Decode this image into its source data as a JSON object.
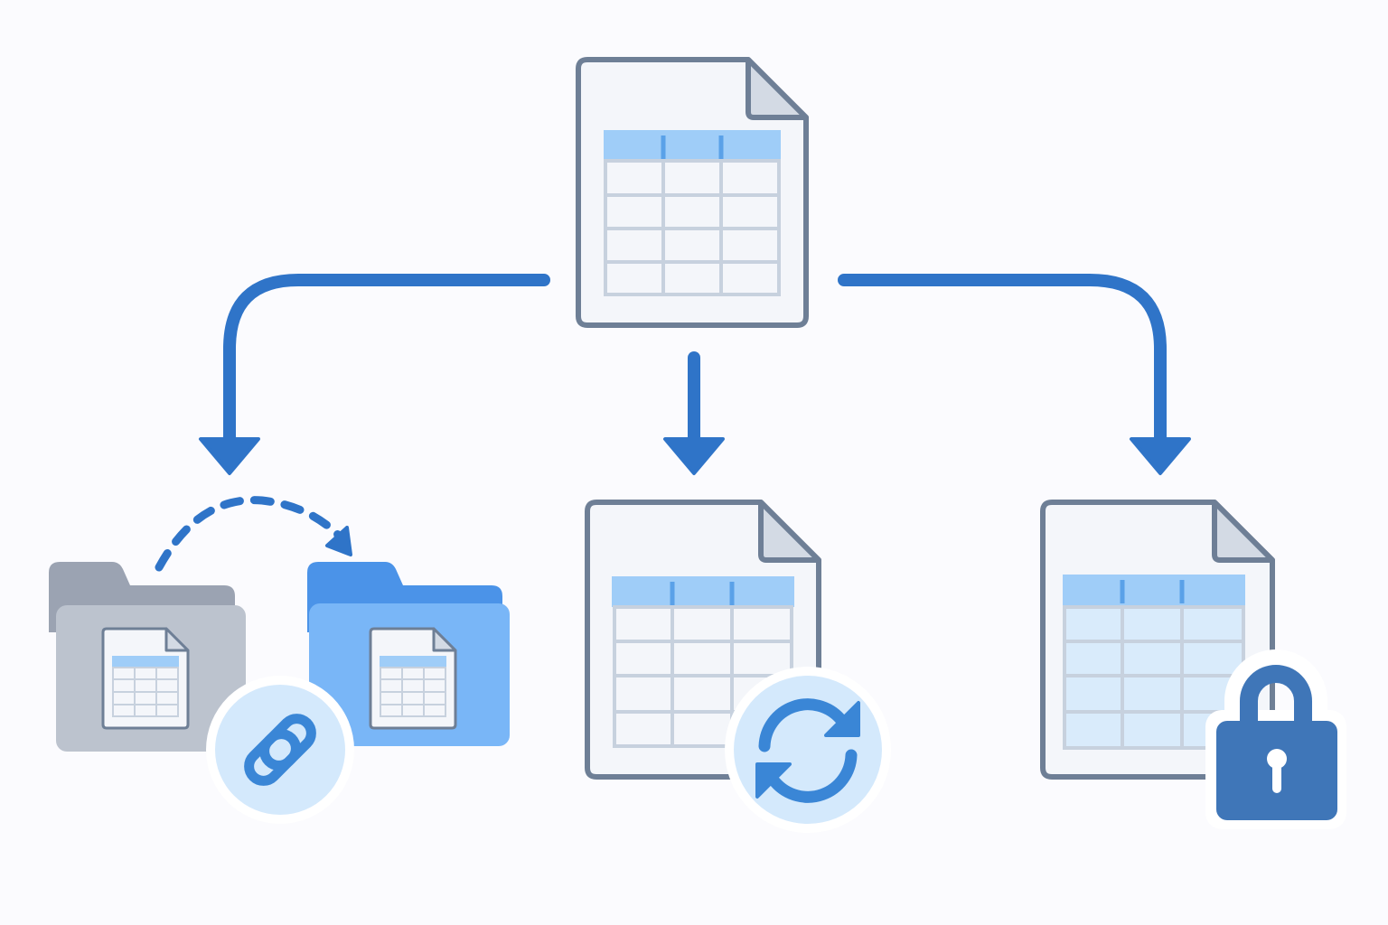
{
  "diagram": {
    "source": {
      "icon": "spreadsheet-file-icon"
    },
    "flows": [
      {
        "id": "left",
        "style": "solid",
        "target": "linked-copy"
      },
      {
        "id": "center",
        "style": "solid",
        "target": "synced-file"
      },
      {
        "id": "right",
        "style": "solid",
        "target": "locked-file"
      }
    ],
    "branches": [
      {
        "id": "linked-copy",
        "icons": [
          "gray-folder-icon",
          "blue-folder-icon",
          "spreadsheet-file-icon",
          "link-icon",
          "dashed-curved-arrow-icon"
        ]
      },
      {
        "id": "synced-file",
        "icons": [
          "spreadsheet-file-icon",
          "sync-icon"
        ]
      },
      {
        "id": "locked-file",
        "icons": [
          "spreadsheet-file-icon",
          "lock-icon"
        ]
      }
    ]
  },
  "colors": {
    "background": "#fbfbfe",
    "arrow": "#2f74c8",
    "file_outline": "#6e7f96",
    "file_fill": "#f4f6fa",
    "file_fold": "#d3dae4",
    "table_header": "#9fcdf8",
    "table_header_divider": "#5aa1e8",
    "table_grid": "#c7d1de",
    "folder_gray_back": "#9ba3b2",
    "folder_gray_front": "#bcc3ce",
    "folder_blue_back": "#4b93e8",
    "folder_blue_front": "#79b6f7",
    "badge_fill": "#d4e9fc",
    "badge_icon": "#3a86d6",
    "lock": "#3f76b8"
  }
}
